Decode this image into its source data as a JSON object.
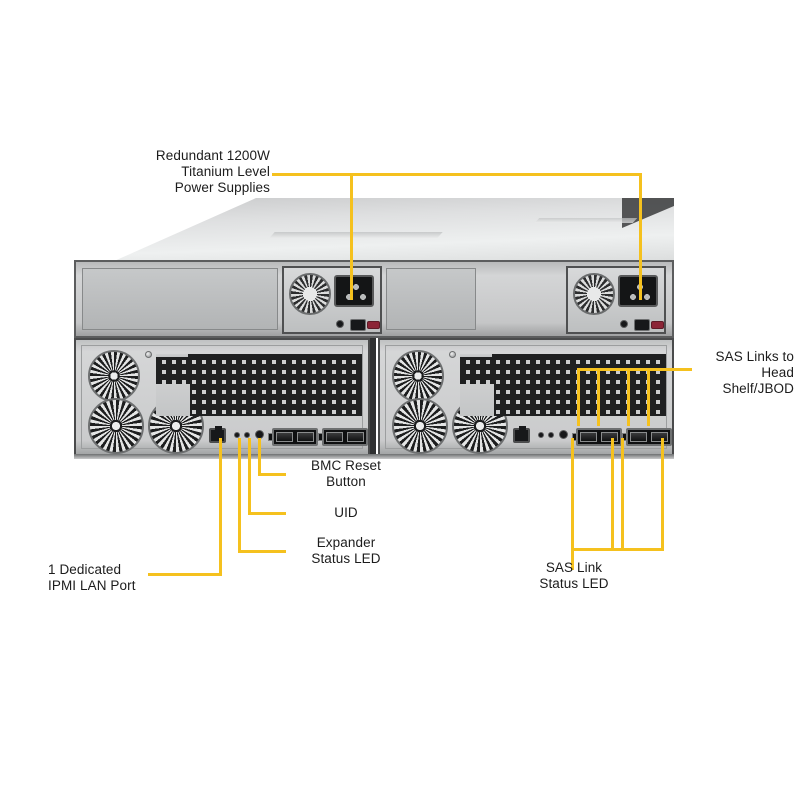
{
  "diagram": {
    "title": "Server rear panel callout diagram",
    "accent_color": "#f5c11e",
    "text_color": "#1c1c1c",
    "chassis_color": "#c9cacb"
  },
  "callouts": {
    "power_supplies": {
      "label": "Redundant 1200W\nTitanium Level\nPower Supplies",
      "align": "right"
    },
    "sas_links": {
      "label": "SAS Links to\nHead\nShelf/JBOD",
      "align": "right"
    },
    "bmc_reset": {
      "label": "BMC Reset\nButton",
      "align": "center"
    },
    "uid": {
      "label": "UID",
      "align": "center"
    },
    "expander_status": {
      "label": "Expander\nStatus LED",
      "align": "center"
    },
    "ipmi_lan": {
      "label": "1 Dedicated\nIPMI LAN Port",
      "align": "left"
    },
    "sas_link_status": {
      "label": "SAS Link\nStatus LED",
      "align": "center"
    }
  },
  "hardware": {
    "psu_count": 2,
    "psu_bay_blanks": 2,
    "fans_per_module": 3,
    "modules": 2,
    "sas_pairs_per_module": 2,
    "leds_per_module": 3,
    "lan_ports_per_module": 1
  }
}
